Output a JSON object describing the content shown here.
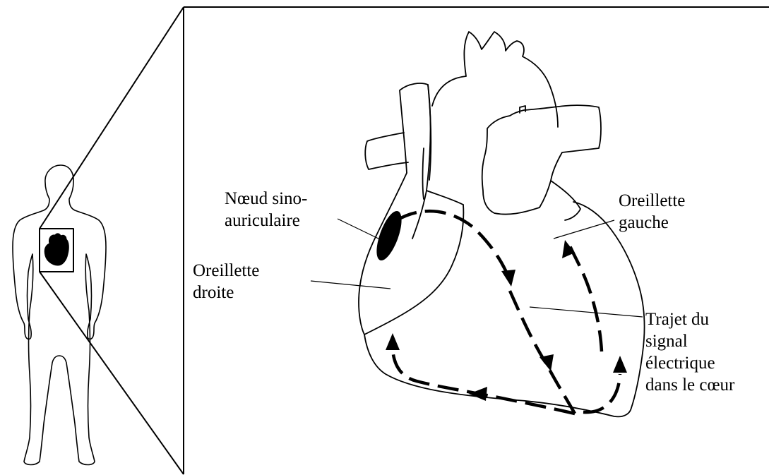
{
  "labels": {
    "sa_node": {
      "line1": "Nœud sino-",
      "line2": "auriculaire"
    },
    "right_atrium": {
      "line1": "Oreillette",
      "line2": "droite"
    },
    "left_atrium": {
      "line1": "Oreillette",
      "line2": "gauche"
    },
    "signal_path": {
      "line1": "Trajet du",
      "line2": "signal",
      "line3": "électrique",
      "line4": "dans le cœur"
    }
  },
  "colors": {
    "ink": "#000000",
    "paper": "#ffffff"
  }
}
